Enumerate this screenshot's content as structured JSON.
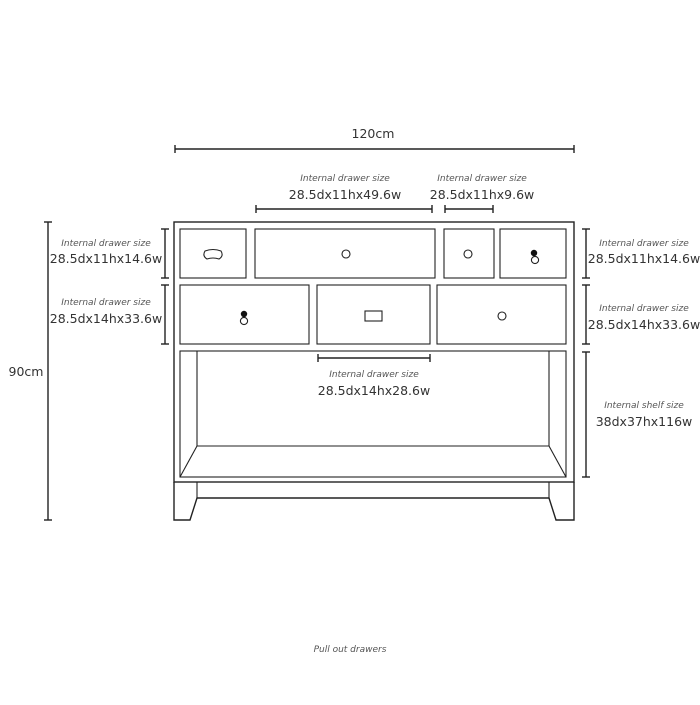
{
  "overall": {
    "width": "120cm",
    "height": "90cm"
  },
  "labels": {
    "top_center": {
      "caption": "Internal drawer size",
      "value": "28.5dx11hx49.6w"
    },
    "top_right": {
      "caption": "Internal drawer size",
      "value": "28.5dx11hx9.6w"
    },
    "left_top": {
      "caption": "Internal drawer size",
      "value": "28.5dx11hx14.6w"
    },
    "left_mid": {
      "caption": "Internal drawer size",
      "value": "28.5dx14hx33.6w"
    },
    "right_top": {
      "caption": "Internal drawer size",
      "value": "28.5dx11hx14.6w"
    },
    "right_mid": {
      "caption": "Internal drawer size",
      "value": "28.5dx14hx33.6w"
    },
    "center_shelf_drawer": {
      "caption": "Internal drawer size",
      "value": "28.5dx14hx28.6w"
    },
    "right_shelf": {
      "caption": "Internal shelf size",
      "value": "38dx37hx116w"
    }
  },
  "footer": "Pull out drawers",
  "colors": {
    "line": "#222222",
    "text": "#333333",
    "background": "#ffffff"
  }
}
